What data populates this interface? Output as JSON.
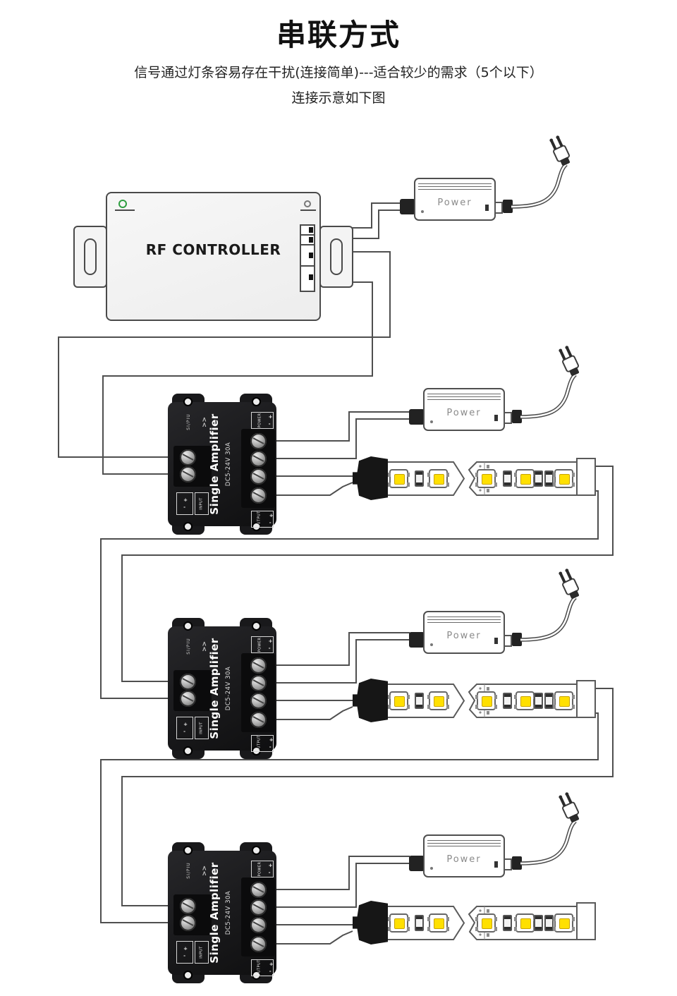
{
  "header": {
    "title": "串联方式",
    "subtitle": "信号通过灯条容易存在干扰(连接简单)---适合较少的需求（5个以下）",
    "note": "连接示意如下图"
  },
  "rf_controller": {
    "label": "RF CONTROLLER"
  },
  "power_adapter": {
    "label": "Power"
  },
  "amplifier": {
    "name": "Single Amplifier",
    "spec": "DC5-24V  30A",
    "silk": "SI/PIU",
    "arrows": ">>",
    "power_label": "POWER",
    "output_label": "OUTPUT",
    "input_label": "INPUT",
    "plus": "+",
    "minus": "-"
  },
  "colors": {
    "wire": "#4f4f4f",
    "device_outline": "#4a4a4a",
    "amplifier_body": "#1b1b1d",
    "led_yellow": "#ffe000",
    "indicator_green": "#2f9e41"
  }
}
